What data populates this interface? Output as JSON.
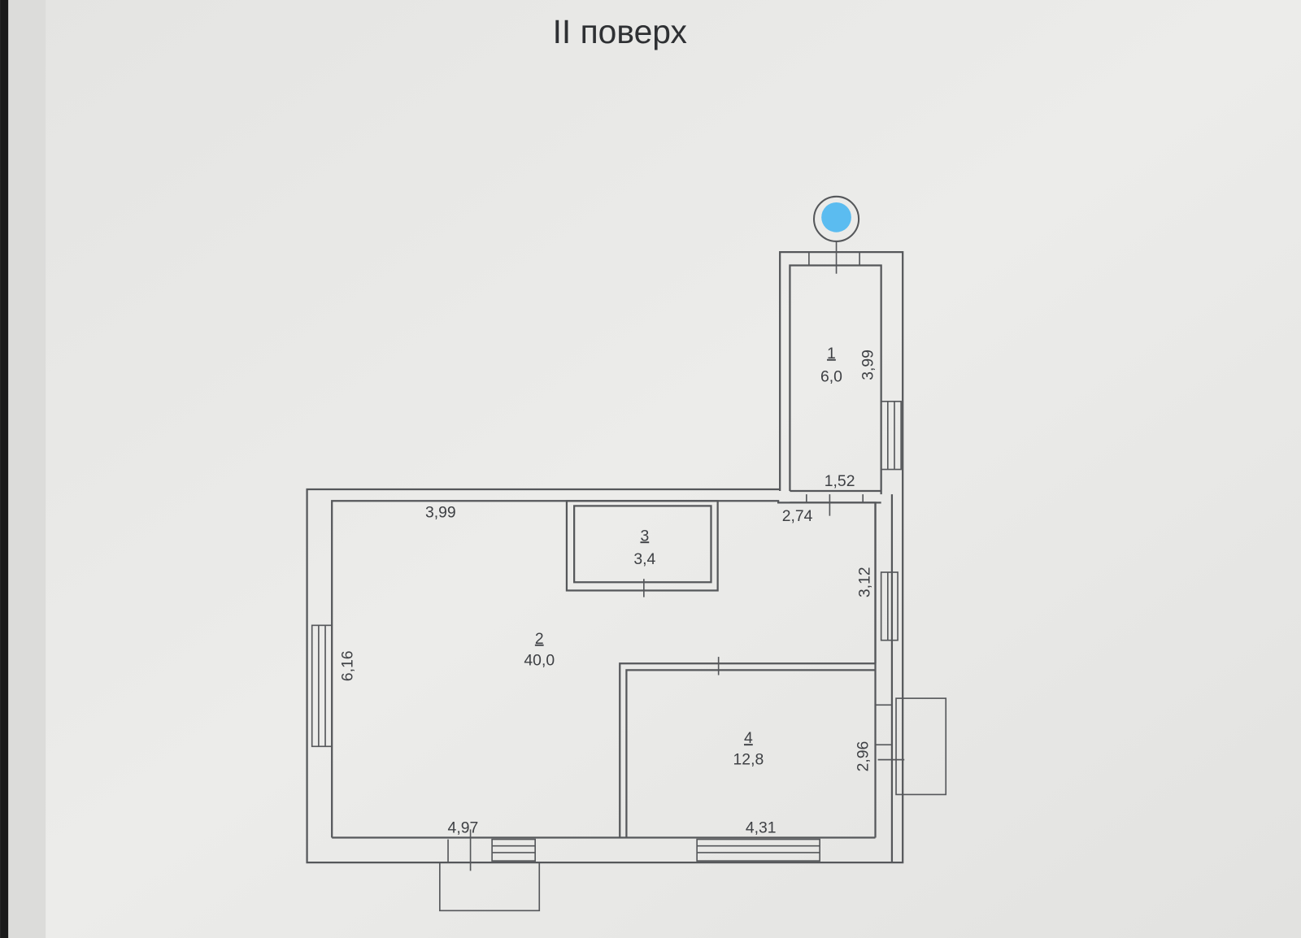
{
  "title": "II поверх",
  "marker_color": "#5bbcf0",
  "rooms": [
    {
      "number": "1",
      "area": "6,0"
    },
    {
      "number": "2",
      "area": "40,0"
    },
    {
      "number": "3",
      "area": "3,4"
    },
    {
      "number": "4",
      "area": "12,8"
    }
  ],
  "dimensions": {
    "room1_length": "3,99",
    "room1_width": "1,52",
    "room2_top": "3,99",
    "room2_top_right": "2,74",
    "room2_right": "3,12",
    "room2_left": "6,16",
    "room2_bottom": "4,97",
    "room4_bottom": "4,31",
    "room4_right": "2,96"
  }
}
